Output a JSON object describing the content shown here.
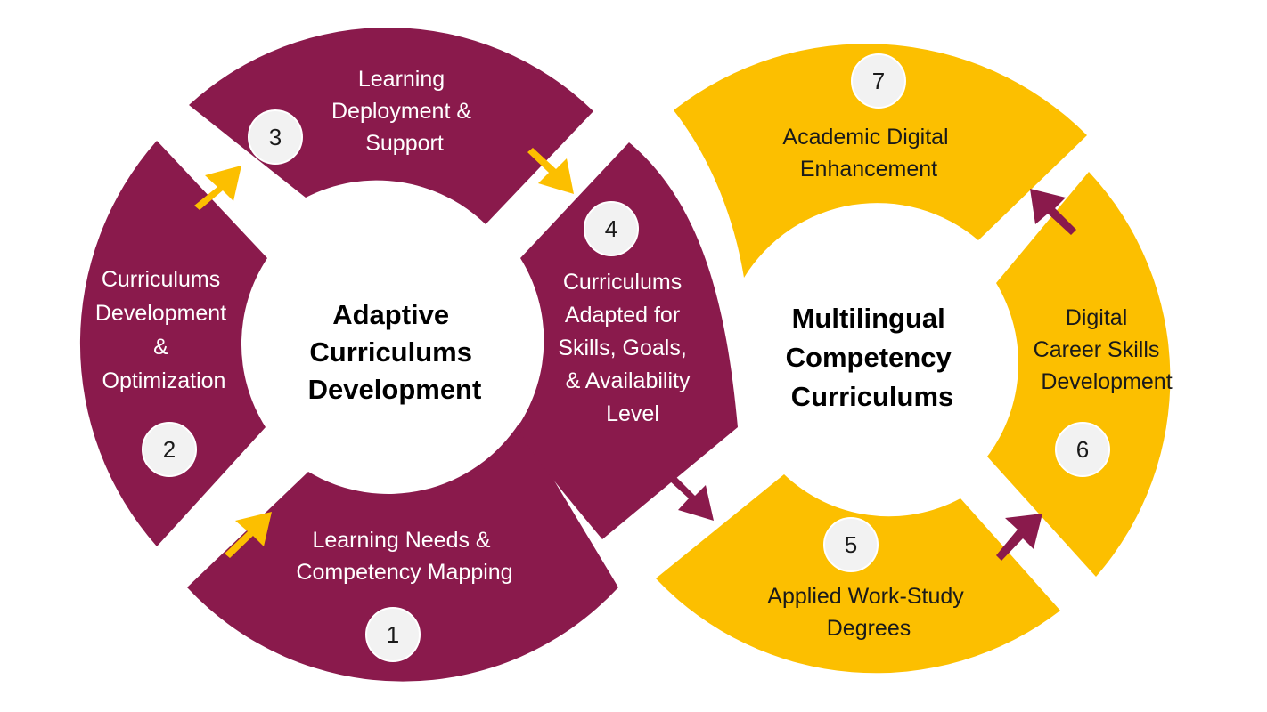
{
  "colors": {
    "maroon": "#8a1a4c",
    "gold": "#fcbf00",
    "badge": "#f2f2f2"
  },
  "left_cycle": {
    "title": [
      "Adaptive",
      "Curriculums",
      "Development"
    ],
    "color": "#8a1a4c",
    "steps": [
      {
        "number": "1",
        "lines": [
          "Learning Needs &",
          "Competency Mapping"
        ]
      },
      {
        "number": "2",
        "lines": [
          "Curriculums",
          "Development",
          "&",
          "Optimization"
        ]
      },
      {
        "number": "3",
        "lines": [
          "Learning",
          "Deployment &",
          "Support"
        ]
      },
      {
        "number": "4",
        "lines": [
          "Curriculums",
          "Adapted for",
          "Skills, Goals,",
          "& Availability",
          "Level"
        ]
      }
    ],
    "arrow_color": "#fcbf00"
  },
  "right_cycle": {
    "title": [
      "Multilingual",
      "Competency",
      "Curriculums"
    ],
    "color": "#fcbf00",
    "steps": [
      {
        "number": "5",
        "lines": [
          "Applied Work-Study",
          "Degrees"
        ]
      },
      {
        "number": "6",
        "lines": [
          "Digital",
          "Career Skills",
          "Development"
        ]
      },
      {
        "number": "7",
        "lines": [
          "Academic Digital",
          "Enhancement"
        ]
      }
    ],
    "arrow_color": "#8a1a4c"
  }
}
